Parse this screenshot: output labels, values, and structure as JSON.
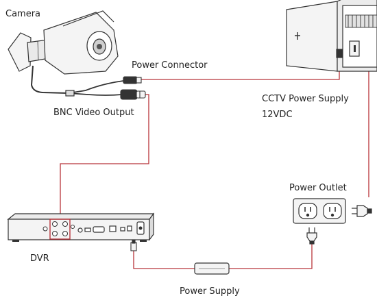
{
  "labels": {
    "camera": "Camera",
    "power_connector": "Power Connector",
    "bnc_video_output": "BNC Video Output",
    "cctv_power_supply": "CCTV Power Supply",
    "voltage": "12VDC",
    "power_outlet": "Power Outlet",
    "dvr": "DVR",
    "power_supply": "Power Supply"
  },
  "colors": {
    "wire": "#b8343a",
    "outline": "#333333",
    "device_fill": "#f4f4f4",
    "highlight": "#b8343a"
  }
}
